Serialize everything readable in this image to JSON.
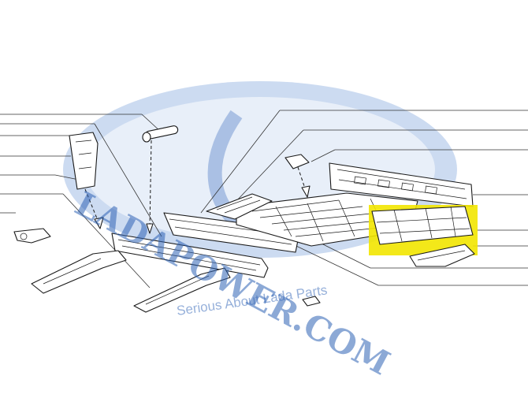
{
  "watermark": {
    "brand": "LADAPOWER.COM",
    "tagline": "Serious About Lada Parts",
    "color": "#2f63b6"
  },
  "highlight": {
    "color": "#f2e600"
  },
  "diagram": {
    "line_color": "#1a1a1a",
    "parts": [
      {
        "id": "front-bolt",
        "icon": "bolt-icon"
      },
      {
        "id": "pillar-bracket",
        "icon": "bracket-icon"
      },
      {
        "id": "side-sill",
        "icon": "sill-icon"
      },
      {
        "id": "floor-panel",
        "icon": "floor-panel-icon"
      },
      {
        "id": "rear-crossmember",
        "icon": "crossmember-icon"
      },
      {
        "id": "rear-floor-section",
        "icon": "floor-section-icon"
      },
      {
        "id": "small-bracket",
        "icon": "bracket-icon"
      },
      {
        "id": "left-front-member",
        "icon": "member-icon"
      },
      {
        "id": "right-front-member",
        "icon": "member-icon"
      },
      {
        "id": "jack-support",
        "icon": "support-icon"
      },
      {
        "id": "clip",
        "icon": "clip-icon"
      }
    ]
  }
}
